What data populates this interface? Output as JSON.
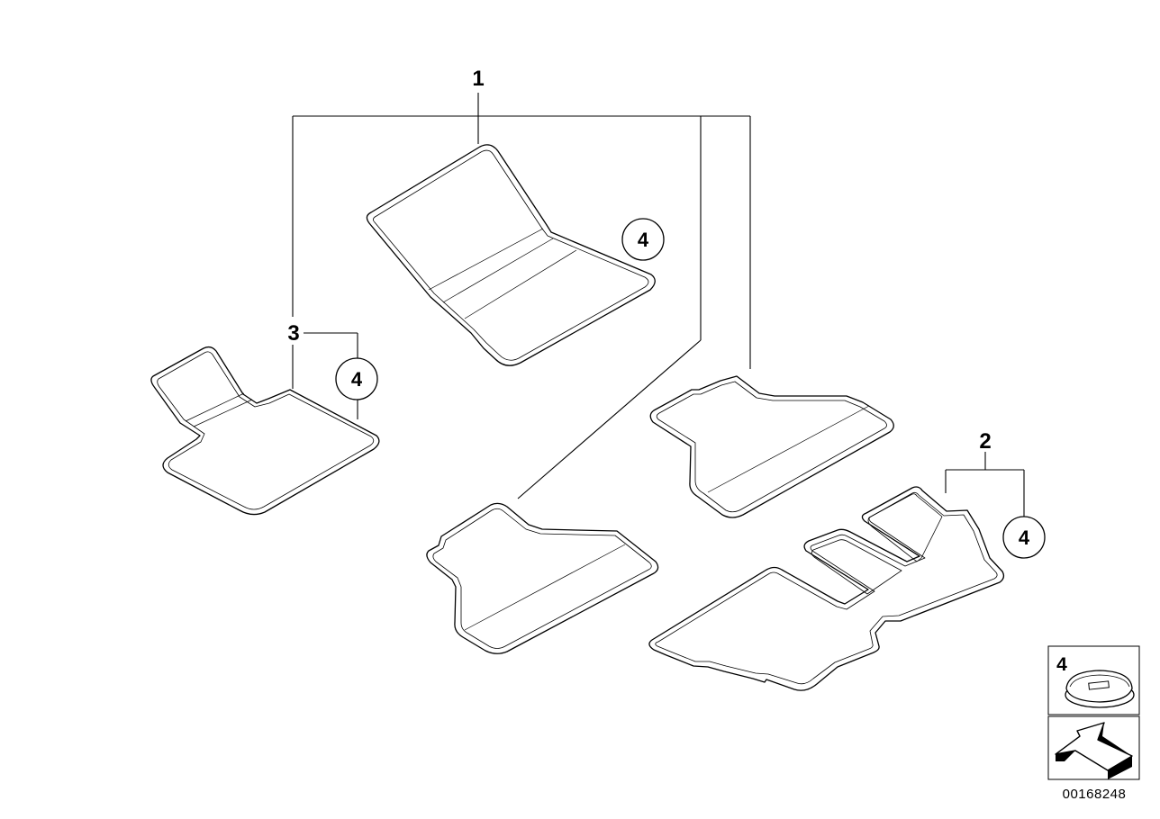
{
  "callouts": {
    "set_front_rear": "1",
    "third_row": "2",
    "driver_mat": "3",
    "fastener_a": "4",
    "fastener_b": "4",
    "fastener_c": "4"
  },
  "legend": {
    "item_number": "4",
    "icon_part": "round-clip-icon",
    "icon_arrow": "direction-arrow-icon"
  },
  "image_code": "00168248"
}
